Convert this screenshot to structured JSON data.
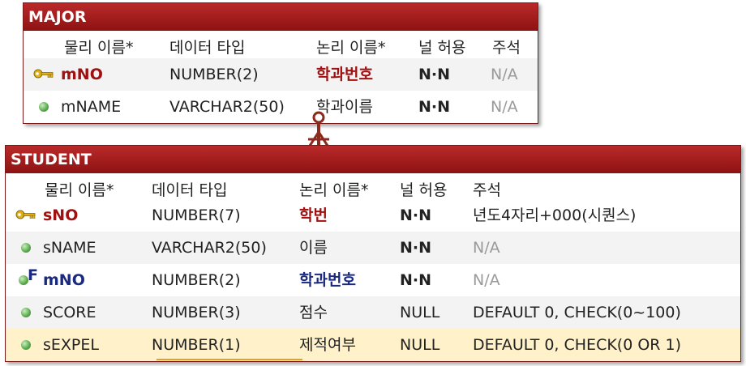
{
  "major": {
    "title": "MAJOR",
    "headers": [
      "물리 이름*",
      "데이터 타입",
      "논리 이름*",
      "널 허용",
      "주석"
    ],
    "rows": [
      {
        "physical": "mNO",
        "type": "NUMBER(2)",
        "logical": "학과번호",
        "nullable": "N·N",
        "comment": "N/A",
        "kind": "pk",
        "icon": "key-icon"
      },
      {
        "physical": "mNAME",
        "type": "VARCHAR2(50)",
        "logical": "학과이름",
        "nullable": "N·N",
        "comment": "N/A",
        "kind": "attr",
        "icon": "attribute-dot-icon"
      }
    ]
  },
  "student": {
    "title": "STUDENT",
    "headers": [
      "물리 이름*",
      "데이터 타입",
      "논리 이름*",
      "널 허용",
      "주석"
    ],
    "rows": [
      {
        "physical": "sNO",
        "type": "NUMBER(7)",
        "logical": "학번",
        "nullable": "N·N",
        "comment": "년도4자리+000(시퀀스)",
        "kind": "pk",
        "icon": "key-icon"
      },
      {
        "physical": "sNAME",
        "type": "VARCHAR2(50)",
        "logical": "이름",
        "nullable": "N·N",
        "comment": "N/A",
        "kind": "attr",
        "icon": "attribute-dot-icon"
      },
      {
        "physical": "mNO",
        "type": "NUMBER(2)",
        "logical": "학과번호",
        "nullable": "N·N",
        "comment": "N/A",
        "kind": "fk",
        "icon": "foreign-key-icon"
      },
      {
        "physical": "SCORE",
        "type": "NUMBER(3)",
        "logical": "점수",
        "nullable": "NULL",
        "comment": "DEFAULT 0, CHECK(0~100)",
        "kind": "attr",
        "icon": "attribute-dot-icon"
      },
      {
        "physical": "sEXPEL",
        "type": "NUMBER(1)",
        "logical": "제적여부",
        "nullable": "NULL",
        "comment": "DEFAULT 0, CHECK(0 OR 1)",
        "kind": "attr",
        "icon": "attribute-dot-icon"
      }
    ]
  },
  "colors": {
    "title_bar": "#a01c1c",
    "primary_key": "#a01010",
    "foreign_key": "#1a2a80",
    "connector": "#8b2a1f",
    "selected_row": "#fff1c9"
  }
}
